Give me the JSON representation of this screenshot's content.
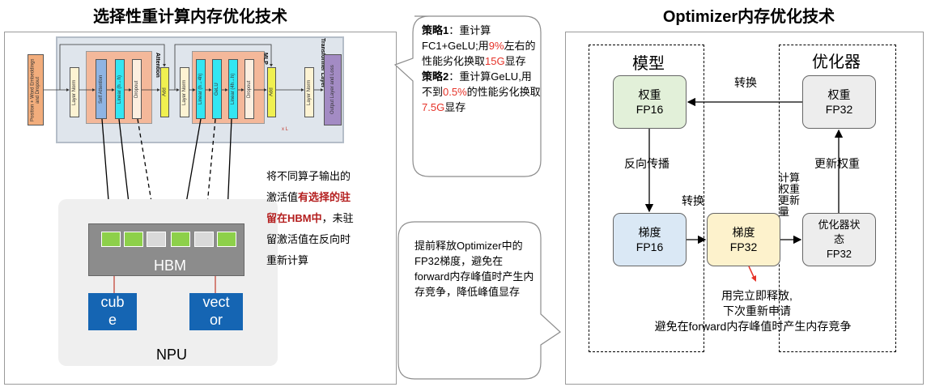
{
  "left": {
    "title": "选择性重计算内存优化技术",
    "transformer_layer_label": "Transformer Layer",
    "attention_label": "Attention",
    "mlp_label": "MLP",
    "blocks": {
      "embedding": "Position + Word Embeddings and Dropout",
      "layer_norm": "Layer Norm",
      "self_attention": "Self Attention",
      "linear_h_dh": "Linear (h→h)",
      "dropout": "Dropout",
      "add": "Add",
      "linear_h_4h": "Linear (h→4h)",
      "gelu": "GeLU",
      "linear_4h_h": "Linear (4h→h)",
      "output": "Output Layer and Loss"
    },
    "figure_mark": "x L",
    "hbm_label": "HBM",
    "cube_label_1": "cub",
    "cube_label_2": "e",
    "vector_label_1": "vect",
    "vector_label_2": "or",
    "npu_label": "NPU",
    "note_line1": "将不同算子输出的",
    "note_line2_a": "激活值",
    "note_line2_b": "有选择的驻",
    "note_line3_a": "留在HBM中",
    "note_line3_b": "，未驻",
    "note_line4": "留激活值在反向时",
    "note_line5": "重新计算",
    "colors": {
      "hbm_green": "#8dd04a",
      "hbm_gray": "#d9d9d9",
      "hbm_bg": "#8c8c8c",
      "unit_blue": "#1565b3",
      "npu_bg": "#efefef"
    }
  },
  "middle": {
    "strategy1_label": "策略1",
    "strategy1_a": "：重计算FC1+GeLU;用",
    "strategy1_pct": "9%",
    "strategy1_b": "左右的性能劣化换取",
    "strategy1_mem": "15G",
    "strategy1_c": "显存",
    "strategy2_label": "策略2",
    "strategy2_a": "：重计算GeLU,用不到",
    "strategy2_pct": "0.5%",
    "strategy2_b": "的性能劣化换取",
    "strategy2_mem": "7.5G",
    "strategy2_c": "显存",
    "note": "提前释放Optimizer中的FP32梯度，避免在forward内存峰值时产生内存竞争，降低峰值显存"
  },
  "right": {
    "title": "Optimizer内存优化技术",
    "model_label": "模型",
    "optimizer_label": "优化器",
    "weight_fp16_line1": "权重",
    "weight_fp16_line2": "FP16",
    "weight_fp32_line1": "权重",
    "weight_fp32_line2": "FP32",
    "grad_fp16_line1": "梯度",
    "grad_fp16_line2": "FP16",
    "grad_fp32_line1": "梯度",
    "grad_fp32_line2": "FP32",
    "opt_state_line1": "优化器状",
    "opt_state_line2": "态",
    "opt_state_line3": "FP32",
    "convert_top": "转换",
    "backprop": "反向传播",
    "convert_mid": "转换",
    "compute_weight_update": "计算权重更新量",
    "update_weight": "更新权重",
    "release_line1": "用完立即释放,",
    "release_line2": "下次重新申请",
    "release_line3": "避免在forward内存峰值时产生内存竞争",
    "colors": {
      "weight_fp16_bg": "#e2f0d9",
      "grad_fp16_bg": "#dae8f5",
      "grad_fp32_bg": "#fdf2cc",
      "gray_bg": "#ededed"
    }
  }
}
